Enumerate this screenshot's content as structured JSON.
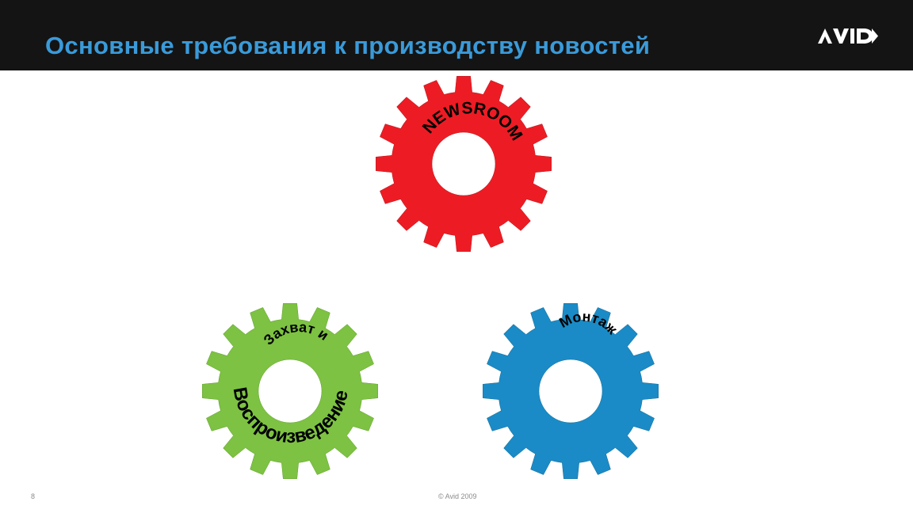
{
  "slide": {
    "title": "Основные требования к производству новостей",
    "page_number": "8",
    "copyright": "© Avid 2009"
  },
  "logo": {
    "icon": "avid-logo-icon",
    "color": "#ffffff"
  },
  "gears": [
    {
      "id": "newsroom",
      "color": "#ed1c24",
      "label": "NEWSROOM"
    },
    {
      "id": "capture-playback",
      "color": "#7dc242",
      "label_top": "Захват и",
      "label_bottom": "Воспроизведение"
    },
    {
      "id": "editing",
      "color": "#1a8bc6",
      "label": "Монтаж"
    }
  ],
  "colors": {
    "header_bg": "#141414",
    "title": "#3a9ad9"
  }
}
